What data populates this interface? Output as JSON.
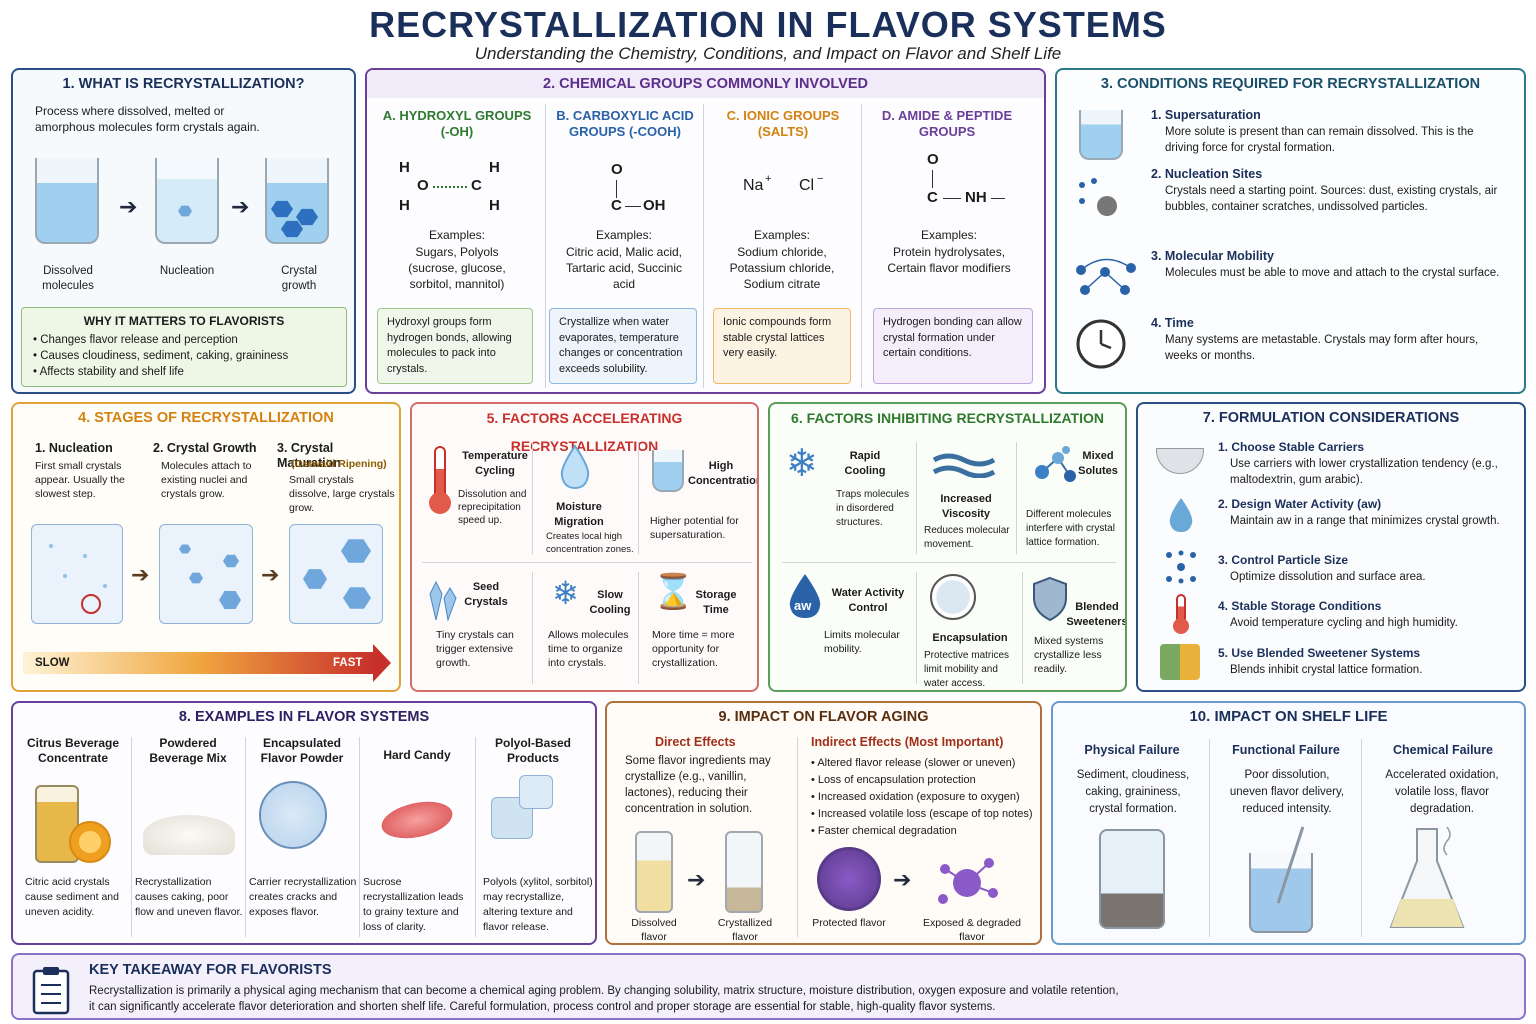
{
  "header": {
    "title": "RECRYSTALLIZATION IN FLAVOR SYSTEMS",
    "subtitle": "Understanding the Chemistry, Conditions, and Impact on Flavor and Shelf Life"
  },
  "colors": {
    "navy": "#1a2f5a",
    "blue": "#2a62a8",
    "purple": "#6a3f9a",
    "orange": "#d4820f",
    "red": "#c7302b",
    "green": "#2f8a3a"
  },
  "s1": {
    "title": "1.  WHAT IS RECRYSTALLIZATION?",
    "intro": "Process where dissolved, melted or amorphous molecules form crystals again.",
    "steps": [
      "Dissolved molecules",
      "Nucleation",
      "Crystal growth"
    ],
    "why_title": "WHY IT MATTERS TO FLAVORISTS",
    "why": [
      "Changes flavor release and perception",
      "Causes cloudiness, sediment, caking, graininess",
      "Affects stability and shelf life"
    ]
  },
  "s2": {
    "title": "2.  CHEMICAL GROUPS COMMONLY INVOLVED",
    "groups": [
      {
        "name": "A. HYDROXYL GROUPS (-OH)",
        "ex_label": "Examples:",
        "examples": "Sugars, Polyols (sucrose, glucose, sorbitol, mannitol)",
        "note": "Hydroxyl groups form hydrogen bonds, allowing molecules to pack into crystals."
      },
      {
        "name": "B. CARBOXYLIC ACID GROUPS (-COOH)",
        "ex_label": "Examples:",
        "examples": "Citric acid, Malic acid, Tartaric acid, Succinic acid",
        "note": "Crystallize when water evaporates, temperature changes or concentration exceeds solubility."
      },
      {
        "name": "C. IONIC GROUPS (SALTS)",
        "ex_label": "Examples:",
        "examples": "Sodium chloride, Potassium chloride, Sodium citrate",
        "note": "Ionic compounds form stable crystal lattices very easily."
      },
      {
        "name": "D. AMIDE & PEPTIDE GROUPS",
        "ex_label": "Examples:",
        "examples": "Protein hydrolysates, Certain flavor modifiers",
        "note": "Hydrogen bonding can allow crystal formation under certain conditions."
      }
    ],
    "chem": {
      "h": "H",
      "o": "O",
      "c": "C",
      "oh": "OH",
      "nh": "NH",
      "na": "Na",
      "plus": "+",
      "cl": "Cl",
      "minus": "−"
    }
  },
  "s3": {
    "title": "3.  CONDITIONS REQUIRED FOR RECRYSTALLIZATION",
    "items": [
      {
        "name": "1. Supersaturation",
        "desc": "More solute is present than can remain dissolved. This is the driving force for crystal formation."
      },
      {
        "name": "2. Nucleation Sites",
        "desc": "Crystals need a starting point. Sources: dust, existing crystals, air bubbles, container scratches, undissolved particles."
      },
      {
        "name": "3. Molecular Mobility",
        "desc": "Molecules must be able to move and attach to the crystal surface."
      },
      {
        "name": "4. Time",
        "desc": "Many systems are metastable. Crystals may form after hours, weeks or months."
      }
    ]
  },
  "s4": {
    "title": "4.  STAGES OF RECRYSTALLIZATION",
    "stages": [
      {
        "name": "1. Nucleation",
        "sub": "",
        "desc": "First small crystals appear. Usually the slowest step."
      },
      {
        "name": "2. Crystal Growth",
        "sub": "",
        "desc": "Molecules attach to existing nuclei and crystals grow."
      },
      {
        "name": "3. Crystal Maturation",
        "sub": "(Ostwald Ripening)",
        "desc": "Small crystals dissolve, large crystals grow."
      }
    ],
    "slow": "SLOW",
    "fast": "FAST"
  },
  "s5": {
    "title": "5.  FACTORS ACCELERATING RECRYSTALLIZATION",
    "items": [
      {
        "name": "Temperature Cycling",
        "desc": "Dissolution and reprecipitation speed up."
      },
      {
        "name": "Moisture Migration",
        "desc": "Creates local high concentration zones."
      },
      {
        "name": "High Concentration",
        "desc": "Higher potential for supersaturation."
      },
      {
        "name": "Seed Crystals",
        "desc": "Tiny crystals can trigger extensive growth."
      },
      {
        "name": "Slow Cooling",
        "desc": "Allows molecules time to organize into crystals."
      },
      {
        "name": "Storage Time",
        "desc": "More time = more opportunity for crystallization."
      }
    ]
  },
  "s6": {
    "title": "6.  FACTORS INHIBITING RECRYSTALLIZATION",
    "items": [
      {
        "name": "Rapid Cooling",
        "desc": "Traps molecules in disordered structures."
      },
      {
        "name": "Increased Viscosity",
        "desc": "Reduces molecular movement."
      },
      {
        "name": "Mixed Solutes",
        "desc": "Different molecules interfere with crystal lattice formation."
      },
      {
        "name": "Water Activity Control",
        "desc": "Limits molecular mobility."
      },
      {
        "name": "Encapsulation",
        "desc": "Protective matrices limit mobility and water access."
      },
      {
        "name": "Blended Sweeteners",
        "desc": "Mixed systems crystallize less readily."
      }
    ],
    "aw": "aw"
  },
  "s7": {
    "title": "7.  FORMULATION CONSIDERATIONS",
    "items": [
      {
        "name": "1. Choose Stable Carriers",
        "desc": "Use carriers with lower crystallization tendency (e.g., maltodextrin, gum arabic)."
      },
      {
        "name": "2. Design Water Activity (aw)",
        "desc": "Maintain aw in a range that minimizes crystal growth."
      },
      {
        "name": "3. Control Particle Size",
        "desc": "Optimize dissolution and surface area."
      },
      {
        "name": "4. Stable Storage Conditions",
        "desc": "Avoid temperature cycling and high humidity."
      },
      {
        "name": "5. Use Blended Sweetener Systems",
        "desc": "Blends inhibit crystal lattice formation."
      }
    ]
  },
  "s8": {
    "title": "8.  EXAMPLES IN FLAVOR SYSTEMS",
    "items": [
      {
        "name": "Citrus Beverage Concentrate",
        "desc": "Citric acid crystals cause sediment and uneven acidity."
      },
      {
        "name": "Powdered Beverage Mix",
        "desc": "Recrystallization causes caking, poor flow and uneven flavor."
      },
      {
        "name": "Encapsulated Flavor Powder",
        "desc": "Carrier recrystallization creates cracks and exposes flavor."
      },
      {
        "name": "Hard Candy",
        "desc": "Sucrose recrystallization leads to grainy texture and loss of clarity."
      },
      {
        "name": "Polyol-Based Products",
        "desc": "Polyols (xylitol, sorbitol) may recrystallize, altering texture and flavor release."
      }
    ]
  },
  "s9": {
    "title": "9.  IMPACT ON FLAVOR AGING",
    "direct_title": "Direct Effects",
    "direct": "Some flavor ingredients may crystallize (e.g., vanillin, lactones), reducing their concentration in solution.",
    "indirect_title": "Indirect Effects (Most Important)",
    "indirect": [
      "Altered flavor release (slower or uneven)",
      "Loss of encapsulation protection",
      "Increased oxidation (exposure to oxygen)",
      "Increased volatile loss (escape of top notes)",
      "Faster chemical degradation"
    ],
    "labels": [
      "Dissolved flavor",
      "Crystallized flavor",
      "Protected flavor",
      "Exposed & degraded flavor"
    ]
  },
  "s10": {
    "title": "10.  IMPACT ON SHELF LIFE",
    "items": [
      {
        "name": "Physical Failure",
        "desc": "Sediment, cloudiness, caking, graininess, crystal formation."
      },
      {
        "name": "Functional Failure",
        "desc": "Poor dissolution, uneven flavor delivery, reduced intensity."
      },
      {
        "name": "Chemical Failure",
        "desc": "Accelerated oxidation, volatile loss, flavor degradation."
      }
    ]
  },
  "takeaway": {
    "title": "KEY TAKEAWAY FOR FLAVORISTS",
    "line1": "Recrystallization is primarily a physical aging mechanism that can become a chemical aging problem. By changing solubility, matrix structure, moisture distribution, oxygen exposure and volatile retention,",
    "line2": "it can significantly accelerate flavor deterioration and shorten shelf life. Careful formulation, process control and proper storage are essential for stable, high-quality flavor systems."
  }
}
